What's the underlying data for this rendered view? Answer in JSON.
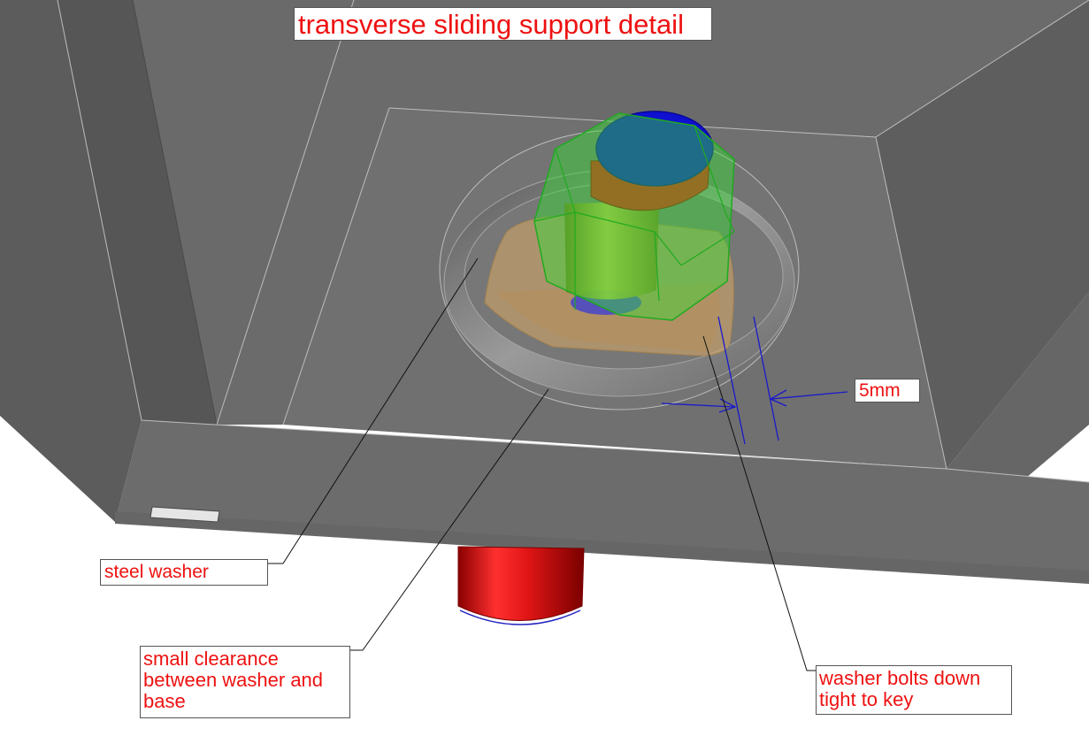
{
  "title": "transverse sliding support detail",
  "callouts": {
    "dimension": "5mm",
    "steel_washer": "steel washer",
    "clearance": "small clearance between washer and base",
    "bolts": "washer bolts down tight to key"
  },
  "colors": {
    "label_text": "#ee1111",
    "dimension_lines": "#1a1acc",
    "steel_body": "#6e6e6e",
    "bolt_shaft": "#e01515",
    "bolt_cap": "#1010d0",
    "nut": "#33dd33",
    "key_block": "#d8aa66"
  }
}
